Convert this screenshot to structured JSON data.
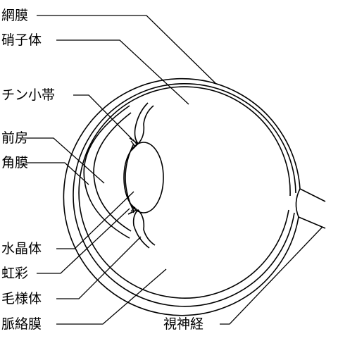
{
  "diagram": {
    "labels": {
      "retina": "網膜",
      "vitreous": "硝子体",
      "zonule": "チン小帯",
      "anterior_chamber": "前房",
      "cornea": "角膜",
      "lens": "水晶体",
      "iris": "虹彩",
      "ciliary_body": "毛様体",
      "choroid": "脈絡膜",
      "optic_nerve": "視神経"
    },
    "colors": {
      "stroke": "#000000",
      "background": "#ffffff"
    }
  }
}
